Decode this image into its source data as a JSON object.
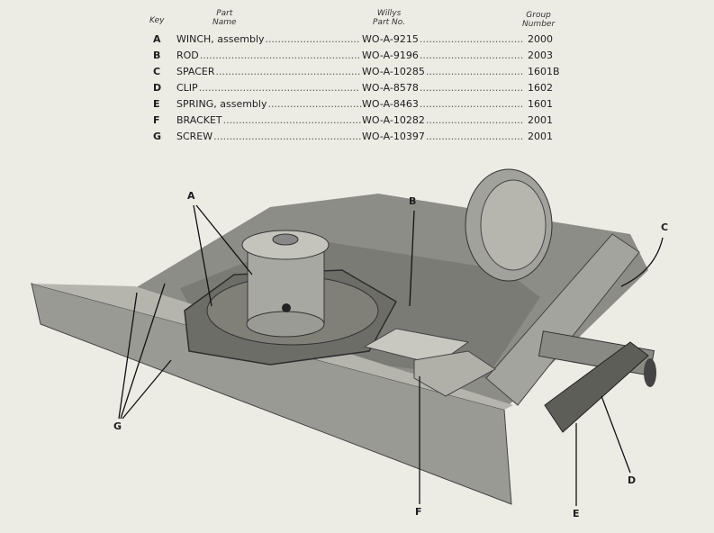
{
  "table": {
    "headers": {
      "key": "Key",
      "part_name": [
        "Part",
        "Name"
      ],
      "part_no": [
        "Willys",
        "Part No."
      ],
      "group": [
        "Group",
        "Number"
      ]
    },
    "rows": [
      {
        "key": "A",
        "name": "WINCH, assembly",
        "part_no": "WO-A-9215",
        "group": "2000"
      },
      {
        "key": "B",
        "name": "ROD",
        "part_no": "WO-A-9196",
        "group": "2003"
      },
      {
        "key": "C",
        "name": "SPACER",
        "part_no": "WO-A-10285",
        "group": "1601B"
      },
      {
        "key": "D",
        "name": "CLIP",
        "part_no": "WO-A-8578",
        "group": "1602"
      },
      {
        "key": "E",
        "name": "SPRING, assembly",
        "part_no": "WO-A-8463",
        "group": "1601"
      },
      {
        "key": "F",
        "name": "BRACKET",
        "part_no": "WO-A-10282",
        "group": "2001"
      },
      {
        "key": "G",
        "name": "SCREW",
        "part_no": "WO-A-10397",
        "group": "2001"
      }
    ],
    "leader": "........................................................................"
  },
  "callouts": [
    "A",
    "B",
    "C",
    "D",
    "E",
    "F",
    "G"
  ]
}
